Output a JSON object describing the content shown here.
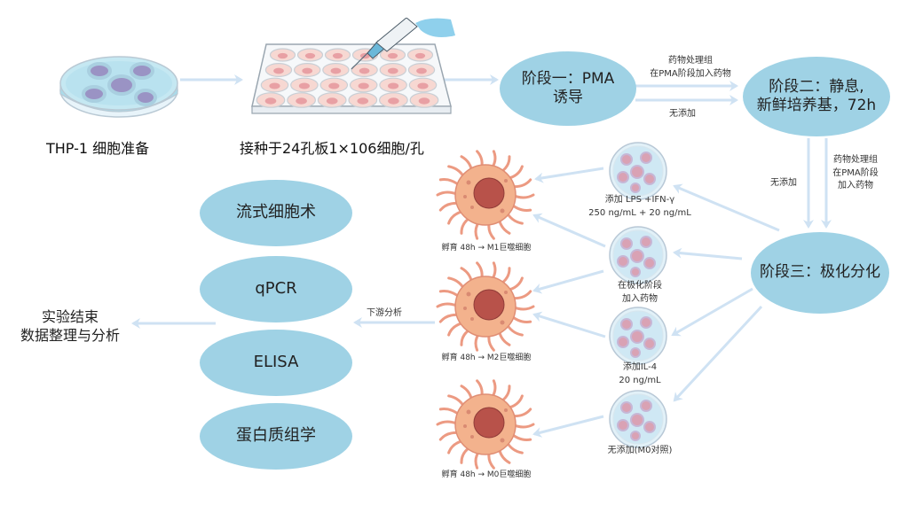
{
  "colors": {
    "node_fill": "#9fd2e5",
    "arrow": "#cfe2f3",
    "cell_body": "#f3b28d",
    "cell_nucleus": "#b8524a",
    "dish_fill": "#d6eef7"
  },
  "prep": {
    "step1_label": "THP-1 细胞准备",
    "step2_label": "接种于24孔板1×106细胞/孔",
    "step1_icon": "petri-dish-icon",
    "step2_icon": "well-plate-icon"
  },
  "stages": {
    "stage1": {
      "line1": "阶段一：PMA",
      "line2": "诱导"
    },
    "stage2": {
      "line1": "阶段二：静息,",
      "line2": "新鲜培养基，72h"
    },
    "stage3": {
      "label": "阶段三：极化分化"
    }
  },
  "edges": {
    "s1_s2_drug_line1": "药物处理组",
    "s1_s2_drug_line2": "在PMA阶段加入药物",
    "s1_s2_none": "无添加",
    "s2_s3_none": "无添加",
    "s2_s3_drug_line1": "药物处理组",
    "s2_s3_drug_line2": "在PMA阶段",
    "s2_s3_drug_line3": "加入药物",
    "downstream": "下游分析"
  },
  "conditions": [
    {
      "line1": "添加 LPS +IFN-γ",
      "line2": "250 ng/mL + 20 ng/mL"
    },
    {
      "line1": "在极化阶段",
      "line2": "加入药物"
    },
    {
      "line1": "添加IL-4",
      "line2": "20 ng/mL"
    },
    {
      "line1": "无添加(M0对照)",
      "line2": ""
    }
  ],
  "macrophages": [
    {
      "label": "孵育 48h → M1巨噬细胞"
    },
    {
      "label": "孵育 48h → M2巨噬细胞"
    },
    {
      "label": "孵育 48h → M0巨噬细胞"
    }
  ],
  "analyses": [
    {
      "label": "流式细胞术"
    },
    {
      "label": "qPCR"
    },
    {
      "label": "ELISA"
    },
    {
      "label": "蛋白质组学"
    }
  ],
  "end": {
    "line1": "实验结束",
    "line2": "数据整理与分析"
  }
}
